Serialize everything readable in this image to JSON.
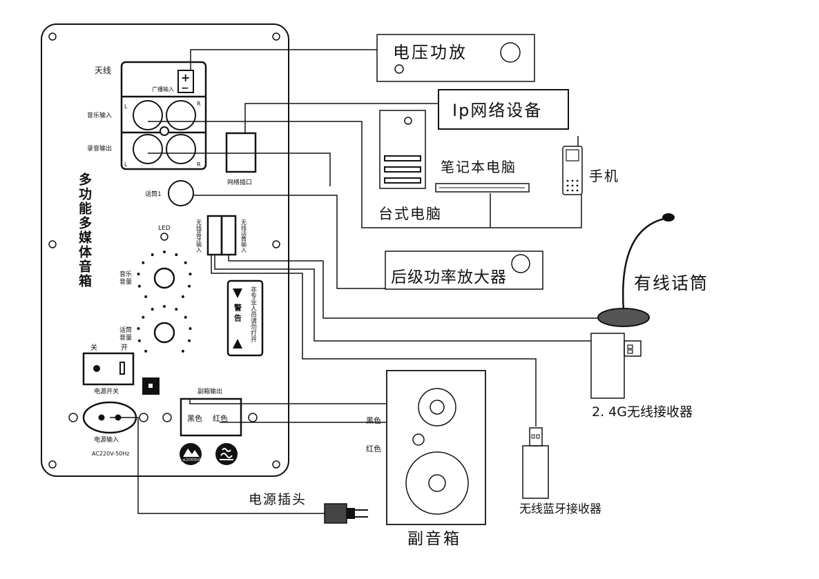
{
  "panel": {
    "title": "多功能多媒体音箱",
    "antenna": "天线",
    "broadcast_input": "广播输入",
    "music_input": "音乐输入",
    "record_output": "录音输出",
    "left": "L",
    "right": "R",
    "plus": "+",
    "minus": "−",
    "network_port": "网络插口",
    "mic1": "话筒1",
    "led": "LED",
    "wireless_bt_input": "无线蓝牙输入",
    "wireless_mic_input": "无线话筒输入",
    "music_volume": [
      "音乐",
      "音量"
    ],
    "mic_volume": [
      "话筒",
      "音量"
    ],
    "warning_title": "警 告",
    "warning_text": "非专业人员请勿打开",
    "off": "关",
    "on": "开",
    "power_switch": "电源开关",
    "sub_output": "副箱输出",
    "black": "黑色",
    "red": "红色",
    "power_input": "电源输入",
    "ac_spec": "AC220V-50Hz",
    "cert_mark": "≤2000m"
  },
  "devices": {
    "voltage_amp": "电压功放",
    "ip_network": "Ip网络设备",
    "laptop": "笔记本电脑",
    "phone": "手机",
    "desktop": "台式电脑",
    "rear_amp": "后级功率放大器",
    "wired_mic": "有线话筒",
    "receiver_24g": "2. 4G无线接收器",
    "bt_receiver": "无线蓝牙接收器",
    "power_plug": "电源插头",
    "sub_speaker": "副音箱",
    "spk_black": "黑色",
    "spk_red": "红色"
  }
}
